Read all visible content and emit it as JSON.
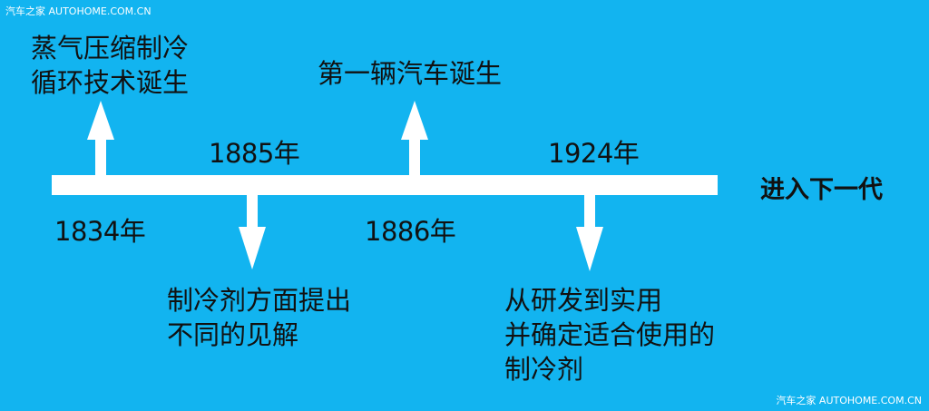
{
  "watermark": {
    "top": "汽车之家 AUTOHOME.COM.CN",
    "bottom": "汽车之家 AUTOHOME.COM.CN"
  },
  "colors": {
    "background": "#12B4F0",
    "timeline": "#FFFFFF",
    "text": "#111111"
  },
  "timeline": {
    "next_label": "进入下一代",
    "events": [
      {
        "year": "1834年",
        "direction": "up",
        "lines": [
          "蒸气压缩制冷",
          "循环技术诞生"
        ]
      },
      {
        "year": "1885年",
        "direction": "down",
        "lines": [
          "制冷剂方面提出",
          "不同的见解"
        ]
      },
      {
        "year": "1886年",
        "direction": "up",
        "lines": [
          "第一辆汽车诞生"
        ]
      },
      {
        "year": "1924年",
        "direction": "down",
        "lines": [
          "从研发到实用",
          "并确定适合使用的",
          "制冷剂"
        ]
      }
    ]
  }
}
